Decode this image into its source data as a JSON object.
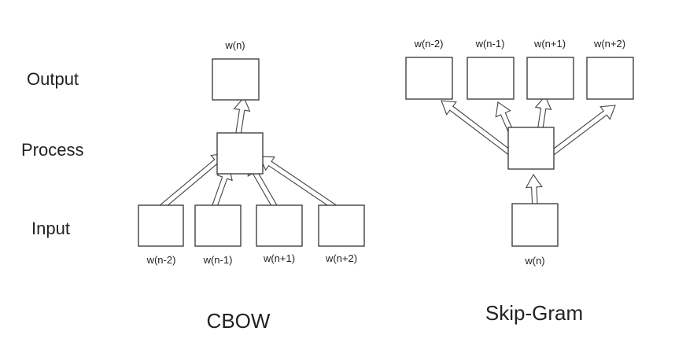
{
  "row_labels": {
    "output": "Output",
    "process": "Process",
    "input": "Input"
  },
  "cbow": {
    "title": "CBOW",
    "output_word": "w(n)",
    "input_words": [
      "w(n-2)",
      "w(n-1)",
      "w(n+1)",
      "w(n+2)"
    ]
  },
  "skipgram": {
    "title": "Skip-Gram",
    "input_word": "w(n)",
    "output_words": [
      "w(n-2)",
      "w(n-1)",
      "w(n+1)",
      "w(n+2)"
    ]
  }
}
